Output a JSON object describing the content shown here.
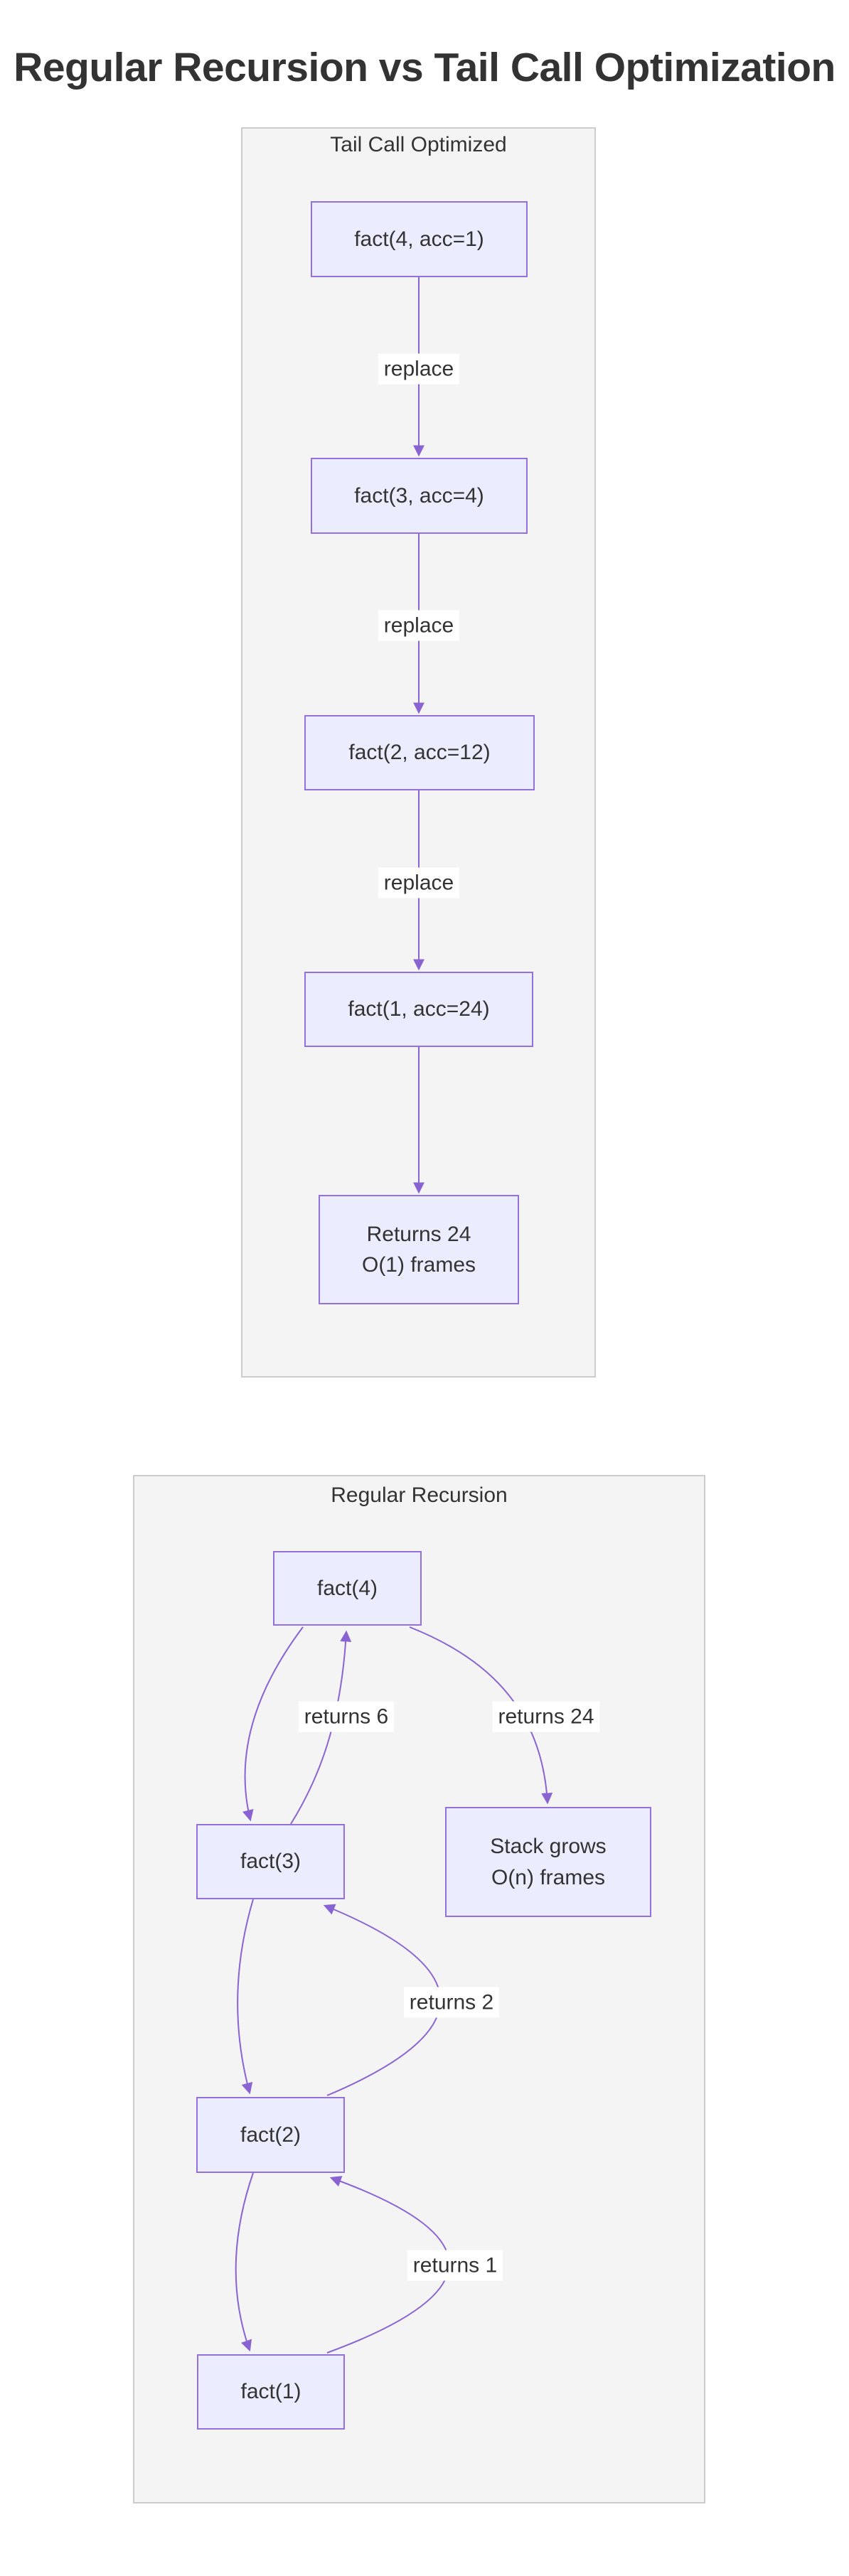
{
  "page": {
    "title": "Regular Recursion vs Tail Call Optimization"
  },
  "colors": {
    "node_fill": "#ECECFF",
    "node_border": "#9370DB",
    "edge": "#8A63D2",
    "cluster_fill": "#F4F4F5",
    "cluster_border": "#CCCCCC",
    "text": "#333333",
    "label_bg": "#FFFFFF",
    "page_bg": "#FFFFFF"
  },
  "tail_call_optimized": {
    "label": "Tail Call Optimized",
    "nodes": [
      {
        "label": "fact(4, acc=1)"
      },
      {
        "label": "fact(3, acc=4)"
      },
      {
        "label": "fact(2, acc=12)"
      },
      {
        "label": "fact(1, acc=24)"
      },
      {
        "line1": "Returns 24",
        "line2": "O(1) frames"
      }
    ],
    "edge_labels": [
      "replace",
      "replace",
      "replace"
    ]
  },
  "regular_recursion": {
    "label": "Regular Recursion",
    "nodes": [
      {
        "label": "fact(4)"
      },
      {
        "label": "fact(3)"
      },
      {
        "line1": "Stack grows",
        "line2": "O(n) frames"
      },
      {
        "label": "fact(2)"
      },
      {
        "label": "fact(1)"
      }
    ],
    "edge_labels": [
      "returns 6",
      "returns 24",
      "returns 2",
      "returns 1"
    ]
  }
}
